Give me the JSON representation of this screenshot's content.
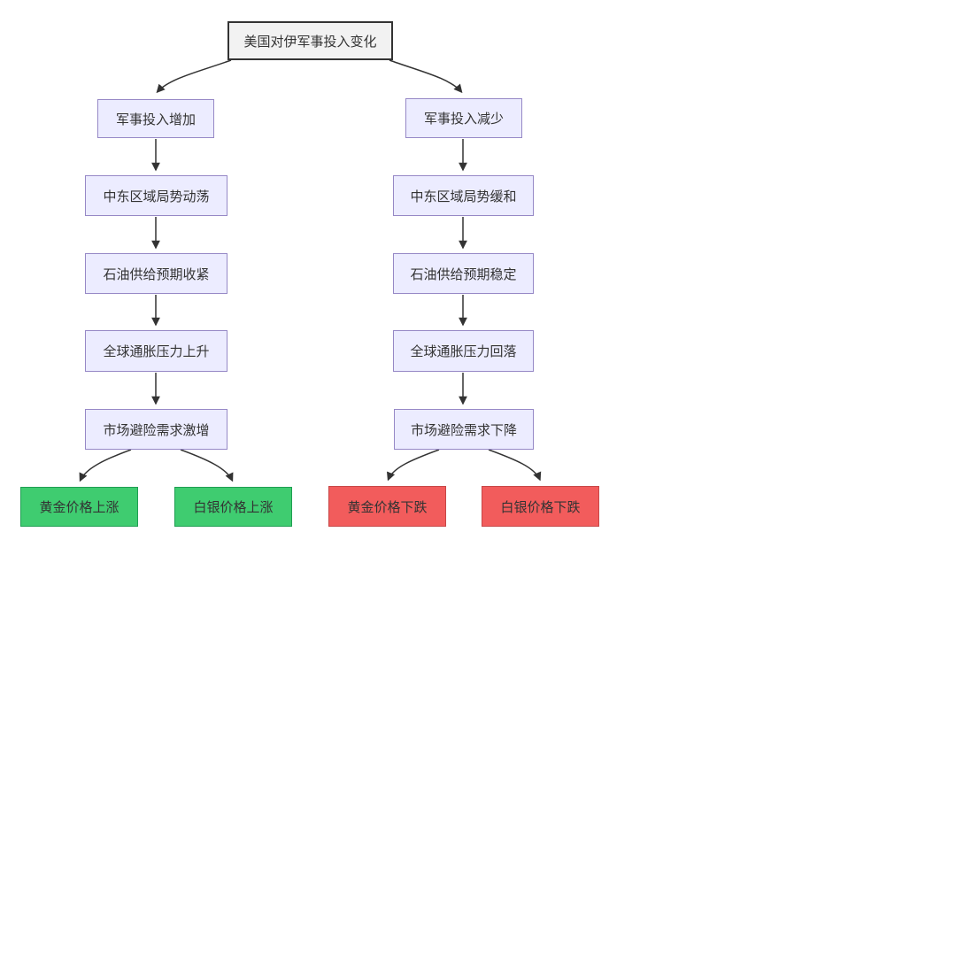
{
  "flowchart": {
    "root": {
      "label": "美国对伊军事投入变化"
    },
    "increase_branch": {
      "steps": [
        {
          "label": "军事投入增加"
        },
        {
          "label": "中东区域局势动荡"
        },
        {
          "label": "石油供给预期收紧"
        },
        {
          "label": "全球通胀压力上升"
        },
        {
          "label": "市场避险需求激增"
        }
      ],
      "outcomes": [
        {
          "label": "黄金价格上涨",
          "sentiment": "positive"
        },
        {
          "label": "白银价格上涨",
          "sentiment": "positive"
        }
      ]
    },
    "decrease_branch": {
      "steps": [
        {
          "label": "军事投入减少"
        },
        {
          "label": "中东区域局势缓和"
        },
        {
          "label": "石油供给预期稳定"
        },
        {
          "label": "全球通胀压力回落"
        },
        {
          "label": "市场避险需求下降"
        }
      ],
      "outcomes": [
        {
          "label": "黄金价格下跌",
          "sentiment": "negative"
        },
        {
          "label": "白银价格下跌",
          "sentiment": "negative"
        }
      ]
    },
    "colors": {
      "default_node_fill": "#ECECFF",
      "default_node_border": "#9688C6",
      "root_fill": "#F2F2F2",
      "root_border": "#333333",
      "positive_fill": "#3FCC70",
      "positive_border": "#1F9E52",
      "negative_fill": "#F25C5C",
      "negative_border": "#C74747",
      "edge_color": "#333333",
      "node_text_color": "#333333"
    }
  }
}
